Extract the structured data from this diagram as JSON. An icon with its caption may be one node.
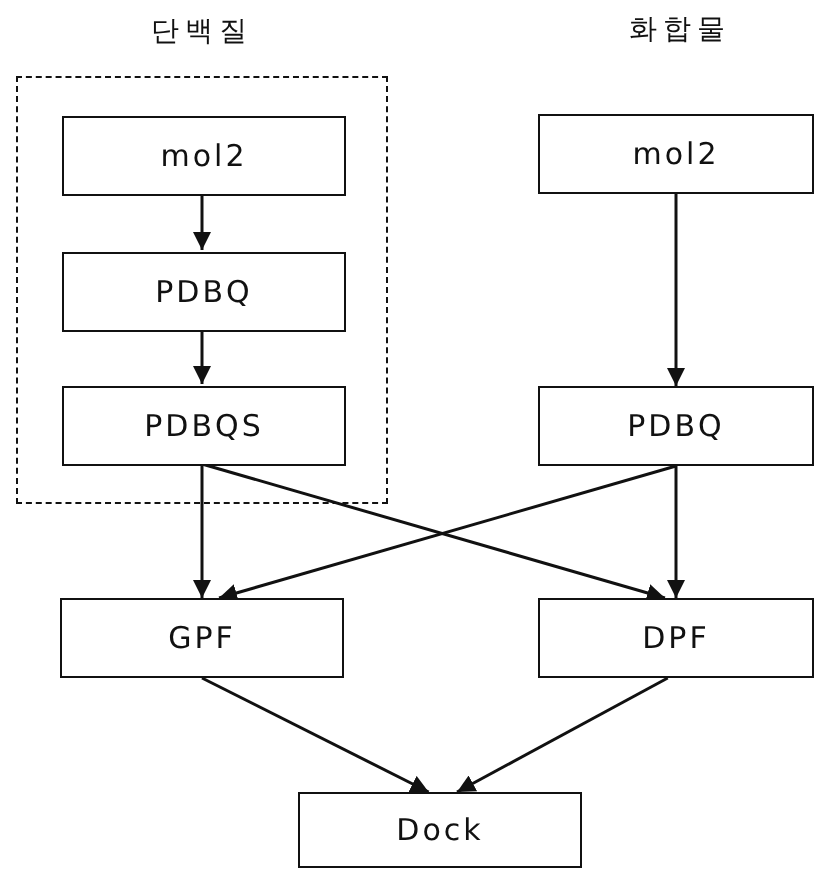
{
  "diagram": {
    "nodes": [
      {
        "text": [
          "단백질"
        ]
      },
      {
        "text": [
          "mol2"
        ],
        "in": 0
      },
      {
        "text": [
          "PDBQ"
        ],
        "in": 0
      },
      {
        "text": [
          "PDBQS"
        ],
        "in": 0
      },
      {
        "text": [
          "mol2"
        ]
      },
      {
        "text": [
          "PDBQ"
        ]
      },
      {
        "text": [
          "GPF"
        ]
      },
      {
        "text": [
          "DPF"
        ]
      },
      {
        "text": [
          "Dock"
        ]
      }
    ],
    "edges": [
      {
        "from": 1,
        "to": 2,
        "arrow": "to"
      },
      {
        "from": 2,
        "to": 3,
        "arrow": "to"
      },
      {
        "from": 4,
        "to": 5,
        "arrow": "to"
      },
      {
        "from": 3,
        "to": 6,
        "arrow": "to"
      },
      {
        "from": 3,
        "to": 7,
        "arrow": "to"
      },
      {
        "from": 5,
        "to": 6,
        "arrow": "to"
      },
      {
        "from": 5,
        "to": 7,
        "arrow": "to"
      },
      {
        "from": 6,
        "to": 8,
        "arrow": "to"
      },
      {
        "from": 7,
        "to": 8,
        "arrow": "to"
      }
    ],
    "labels": [
      "화합물"
    ]
  }
}
